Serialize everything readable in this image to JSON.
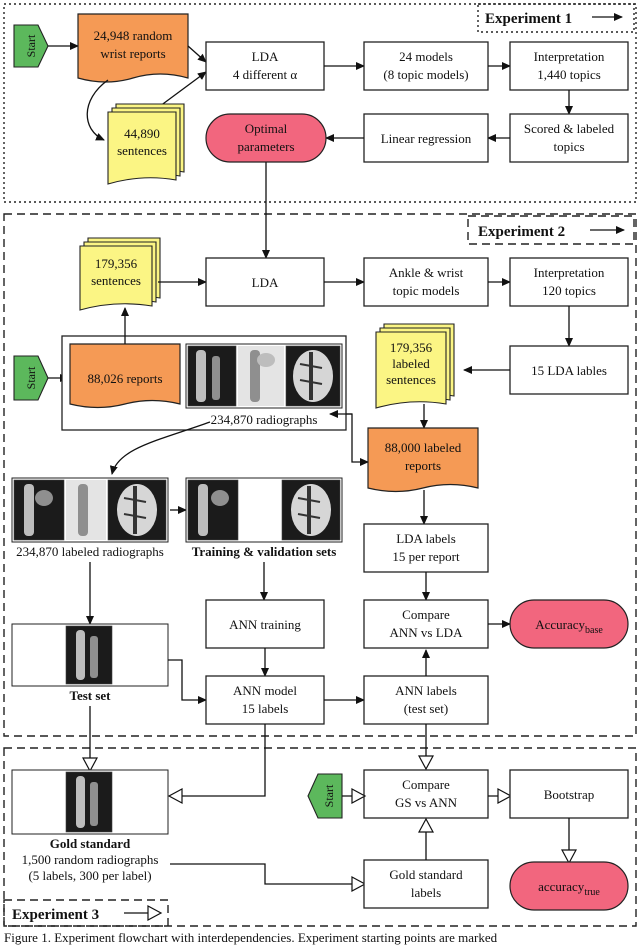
{
  "experiments": {
    "exp1": "Experiment 1",
    "exp2": "Experiment 2",
    "exp3": "Experiment 3"
  },
  "start_label": "Start",
  "exp1": {
    "wrist_reports": [
      "24,948 random",
      "wrist reports"
    ],
    "sentences": [
      "44,890",
      "sentences"
    ],
    "lda": [
      "LDA",
      "4 different α"
    ],
    "models": [
      "24 models",
      "(8 topic models)"
    ],
    "interpretation": [
      "Interpretation",
      "1,440 topics"
    ],
    "scored": [
      "Scored & labeled",
      "topics"
    ],
    "regression": "Linear regression",
    "optimal": [
      "Optimal",
      "parameters"
    ]
  },
  "exp2": {
    "sentences": [
      "179,356",
      "sentences"
    ],
    "lda": "LDA",
    "ankle_wrist": [
      "Ankle & wrist",
      "topic models"
    ],
    "interpretation": [
      "Interpretation",
      "120 topics"
    ],
    "labeled_sentences": [
      "179,356",
      "labeled",
      "sentences"
    ],
    "lda_lables": "15 LDA lables",
    "reports": "88,026 reports",
    "radiographs": "234,870 radiographs",
    "labeled_reports": [
      "88,000 labeled",
      "reports"
    ],
    "labeled_radiographs": "234,870 labeled radiographs",
    "training_sets": "Training & validation sets",
    "lda_labels": [
      "LDA labels",
      "15 per report"
    ],
    "ann_training": "ANN training",
    "compare_ann_lda": [
      "Compare",
      "ANN vs LDA"
    ],
    "accuracy_base": {
      "main": "Accuracy",
      "sub": "base"
    },
    "test_set": "Test set",
    "ann_model": [
      "ANN model",
      "15 labels"
    ],
    "ann_labels": [
      "ANN labels",
      "(test set)"
    ]
  },
  "exp3": {
    "compare_gs": [
      "Compare",
      "GS vs ANN"
    ],
    "bootstrap": "Bootstrap",
    "gold_standard": "Gold standard",
    "gold_desc": [
      "1,500 random radiographs",
      "(5 labels, 300 per label)"
    ],
    "gs_labels": [
      "Gold standard",
      "labels"
    ],
    "accuracy_true": {
      "main": "accuracy",
      "sub": "true"
    }
  },
  "caption": "Figure 1. Experiment flowchart with interdependencies. Experiment starting points are marked"
}
